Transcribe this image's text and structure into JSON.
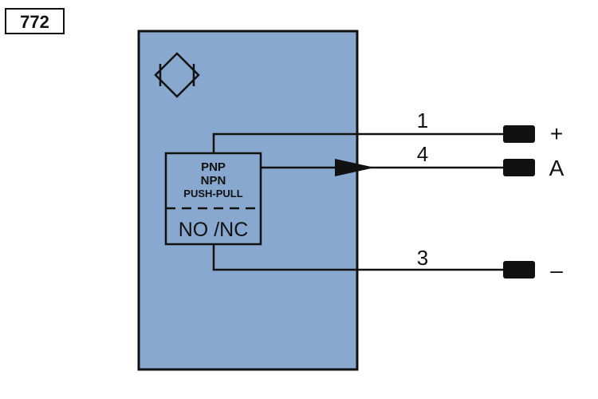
{
  "code_label": "772",
  "output_block": {
    "types": [
      "PNP",
      "NPN",
      "PUSH-PULL"
    ],
    "contact": "NO /NC"
  },
  "wires": [
    {
      "number": "1",
      "terminal": "+"
    },
    {
      "number": "4",
      "terminal": "A"
    },
    {
      "number": "3",
      "terminal": "–"
    }
  ],
  "colors": {
    "sensor_body": "#88a8d0",
    "outline": "#111111",
    "connector": "#111111"
  },
  "icons": [
    "sensor-symbol-icon",
    "arrow-icon"
  ]
}
